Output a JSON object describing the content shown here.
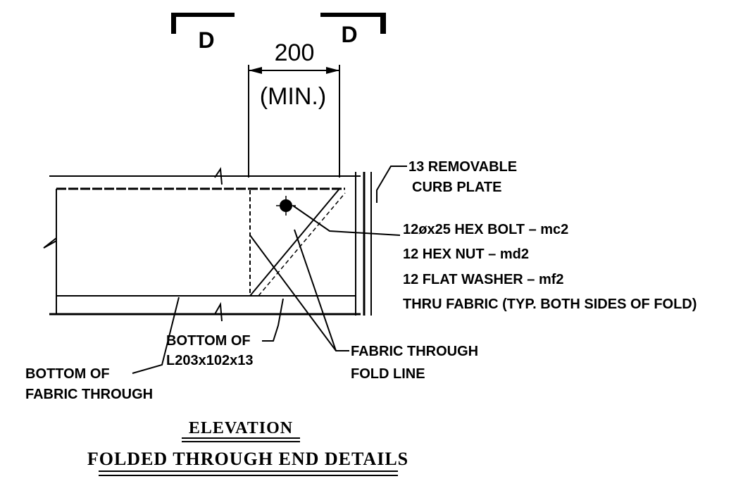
{
  "section_marks": {
    "left": "D",
    "right": "D"
  },
  "dimension": {
    "value": "200",
    "qualifier": "(MIN.)"
  },
  "callouts": {
    "curb_plate": [
      "13 REMOVABLE",
      "CURB PLATE"
    ],
    "bolt_spec": [
      "12øx25 HEX BOLT – mc2",
      "12 HEX NUT – md2",
      "12 FLAT WASHER – mf2",
      "THRU FABRIC (TYP. BOTH SIDES OF FOLD)"
    ],
    "fabric_fold": [
      "FABRIC THROUGH",
      "FOLD LINE"
    ],
    "angle_bottom": [
      "BOTTOM OF",
      "L203x102x13"
    ],
    "fabric_bottom": [
      "BOTTOM OF",
      "FABRIC THROUGH"
    ]
  },
  "titles": {
    "view": "ELEVATION",
    "detail": "FOLDED THROUGH END DETAILS"
  }
}
